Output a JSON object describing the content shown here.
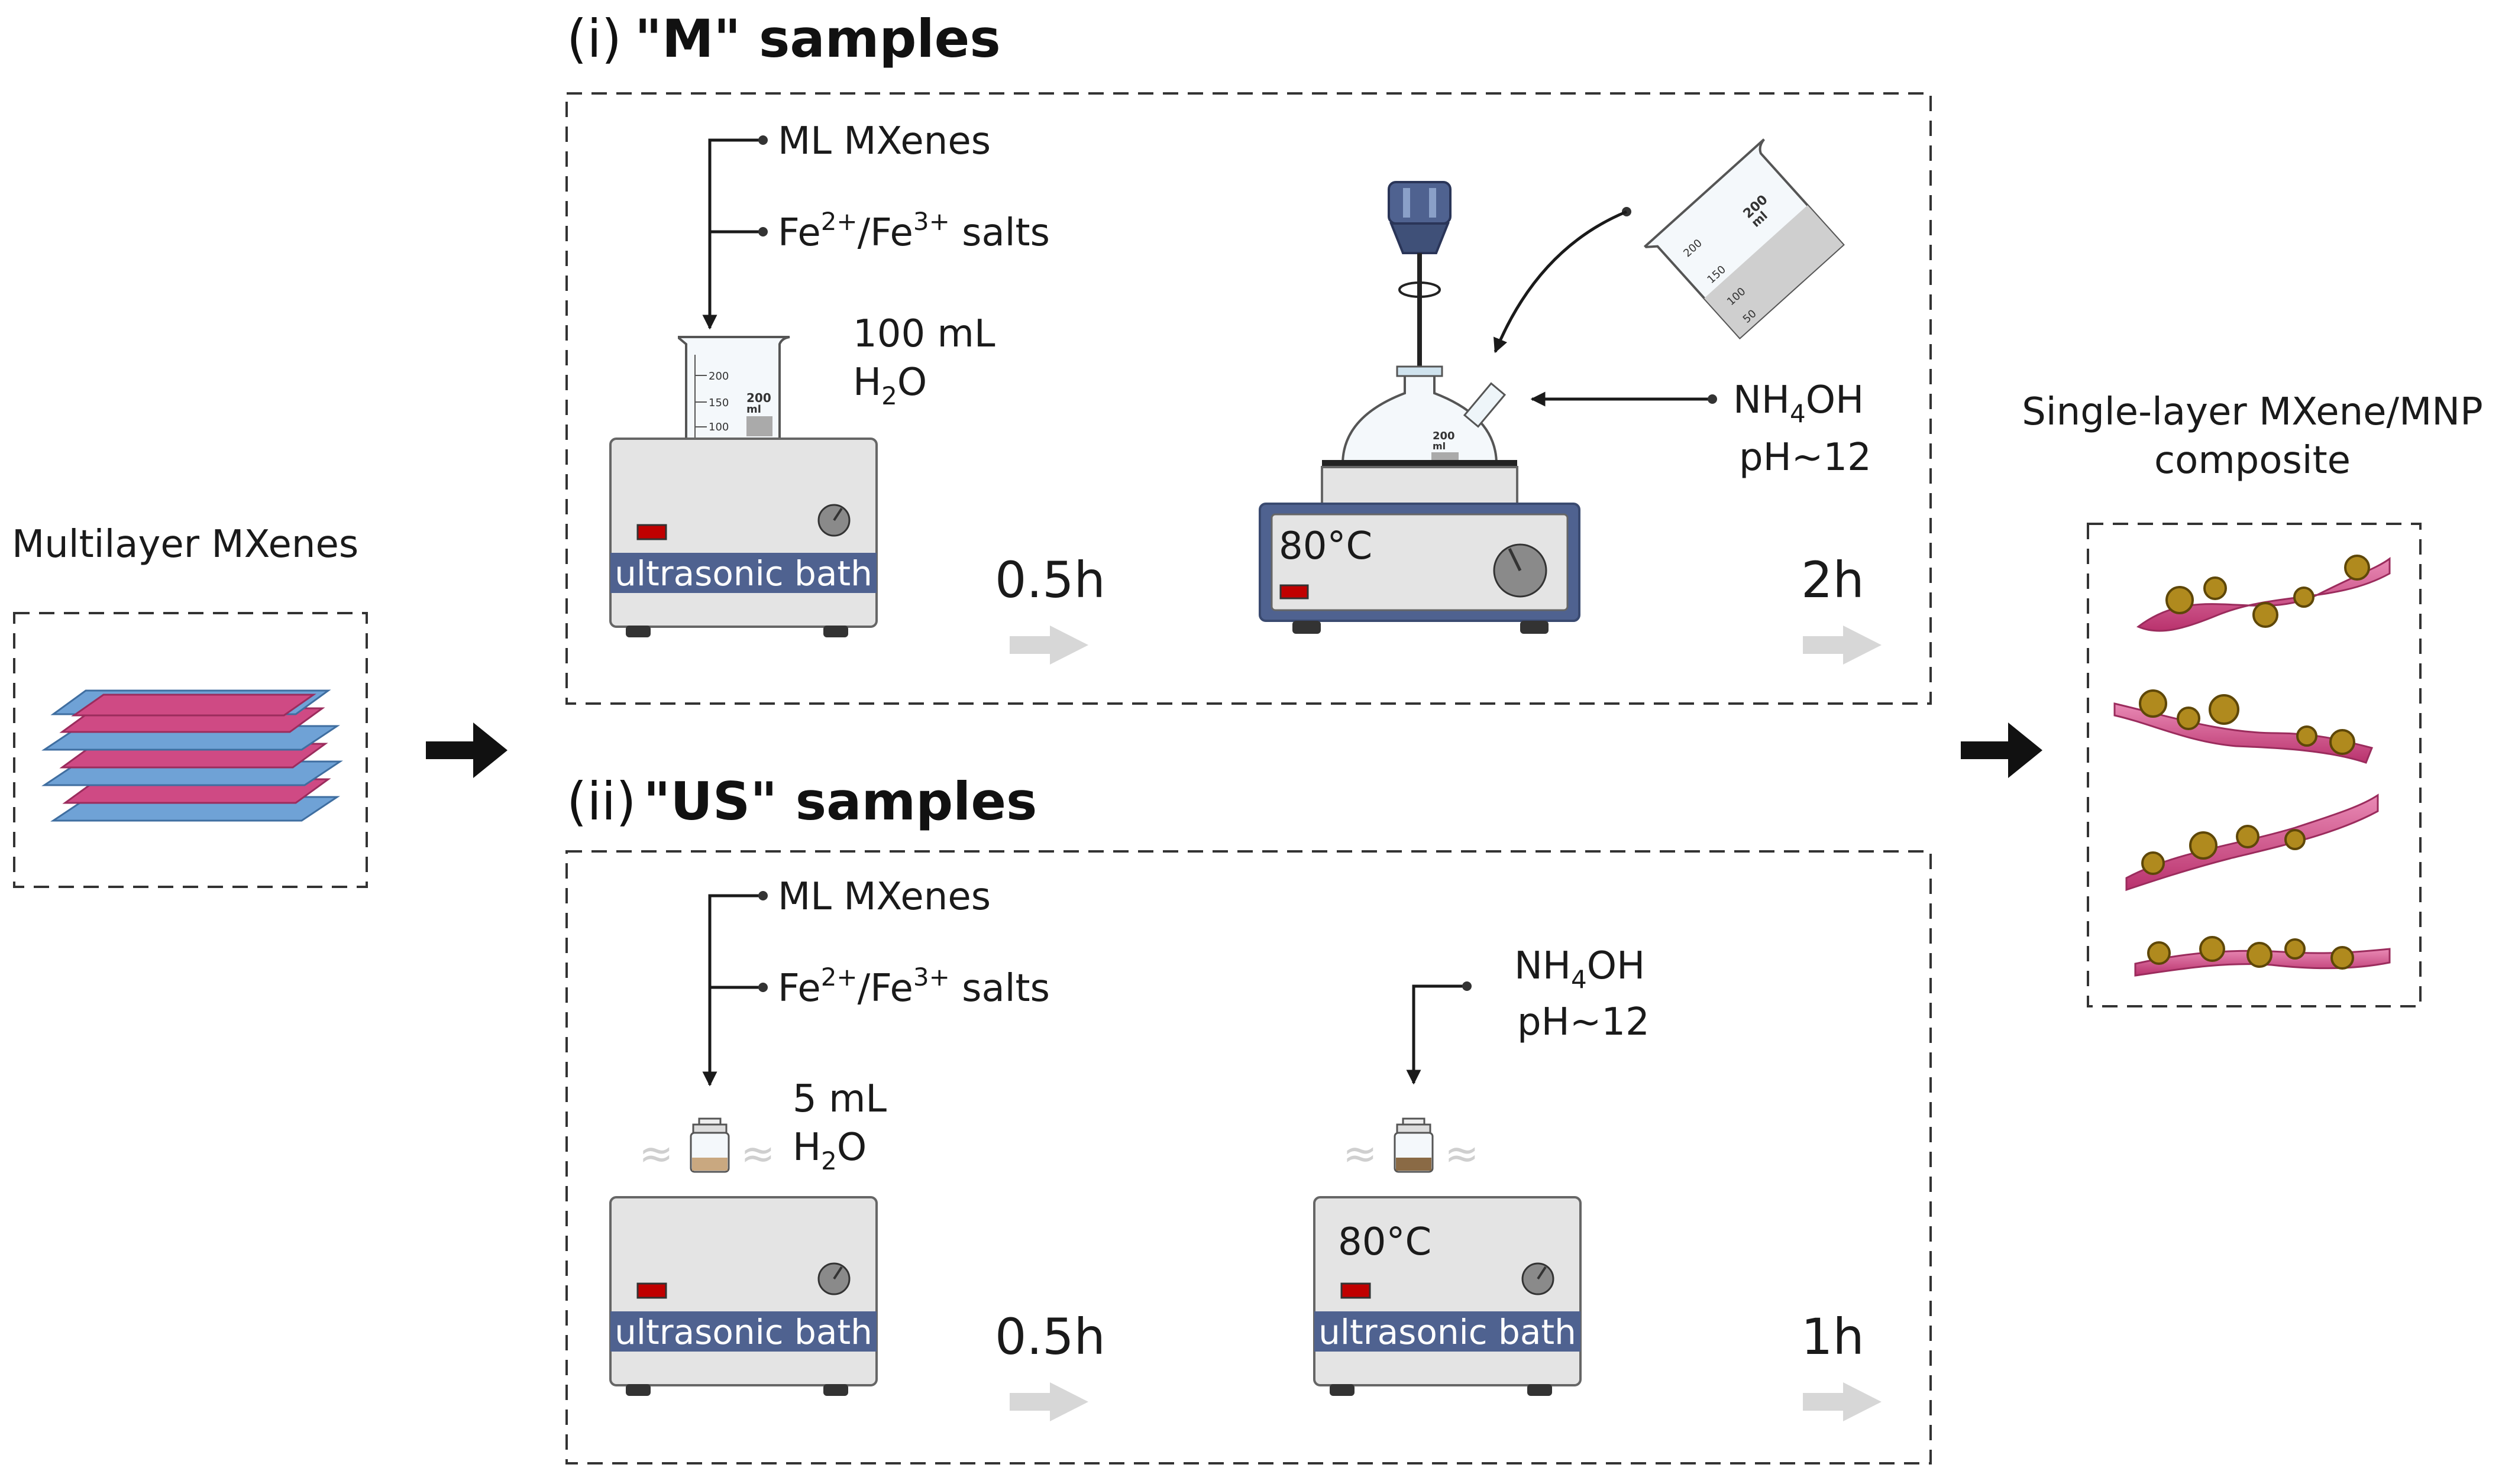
{
  "left": {
    "label": "Multilayer MXenes"
  },
  "right": {
    "label_line1": "Single-layer MXene/MNP",
    "label_line2": "composite"
  },
  "panel_m": {
    "prefix": "(i)",
    "title": "\"M\" samples",
    "input1": "ML MXenes",
    "input2_fe": "Fe",
    "input2_sup1": "2+",
    "input2_slash": "/Fe",
    "input2_sup2": "3+",
    "input2_suffix": " salts",
    "volume_line1": "100 mL",
    "water_h": "H",
    "water_sub": "2",
    "water_o": "O",
    "bath_label": "ultrasonic bath",
    "time1": "0.5h",
    "temperature": "80°C",
    "reagent_nh": "NH",
    "reagent_sub": "4",
    "reagent_oh": "OH",
    "ph": "pH~12",
    "time2": "2h",
    "beaker_mark": "200",
    "beaker_unit": "ml",
    "scale_200": "200",
    "scale_150": "150",
    "scale_100": "100",
    "scale_50": "50"
  },
  "panel_us": {
    "prefix": "(ii)",
    "title": "\"US\" samples",
    "input1": "ML MXenes",
    "input2_fe": "Fe",
    "input2_sup1": "2+",
    "input2_slash": "/Fe",
    "input2_sup2": "3+",
    "input2_suffix": " salts",
    "volume_line1": "5 mL",
    "water_h": "H",
    "water_sub": "2",
    "water_o": "O",
    "bath_label": "ultrasonic bath",
    "time1": "0.5h",
    "reagent_nh": "NH",
    "reagent_sub": "4",
    "reagent_oh": "OH",
    "ph": "pH~12",
    "temperature": "80°C",
    "bath_label2": "ultrasonic bath",
    "time2": "1h"
  },
  "colors": {
    "mxene_pink": "#cf4a84",
    "mxene_blue": "#6fa2d6",
    "nanoparticle": "#b08a1e",
    "band_blue": "#4f6290",
    "grey_arrow": "#d7d7d7",
    "lamp_red": "#c00000"
  }
}
